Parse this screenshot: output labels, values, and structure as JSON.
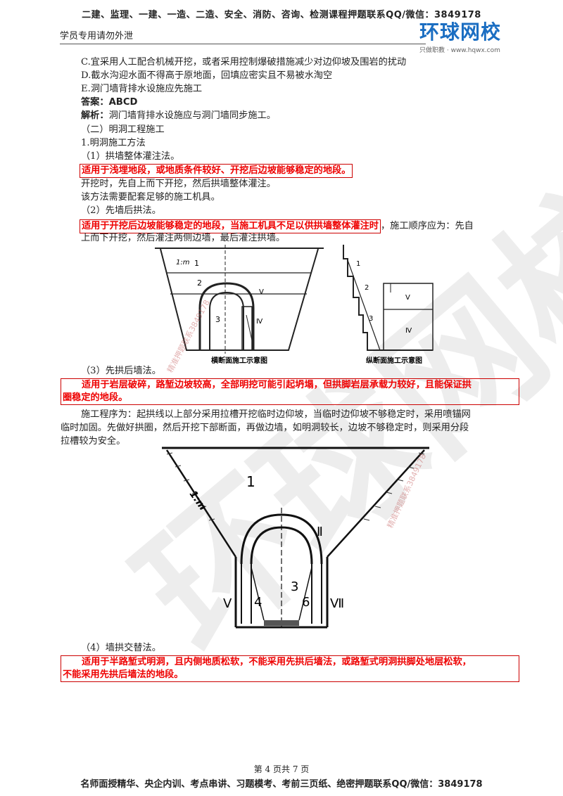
{
  "header": {
    "top_banner": "二建、监理、一建、一造、二造、安全、消防、咨询、检测课程押题联系QQ/微信：3849178",
    "left_note": "学员专用请勿外泄",
    "logo_main": "环球网校",
    "logo_sub": "只做职教 · www.hqwx.com"
  },
  "content": {
    "option_c": "C.宜采用人工配合机械开挖，或者采用控制爆破措施减少对边仰坡及围岩的扰动",
    "option_d": "D.截水沟迎水面不得高于原地面，回填应密实且不易被水淘空",
    "option_e": "E.洞门墙背排水设施应先施工",
    "answer_label": "答案：",
    "answer_value": "ABCD",
    "analysis_label": "解析：",
    "analysis_text": "洞门墙背排水设施应与洞门墙同步施工。",
    "section_title": "（二）明洞工程施工",
    "sub_title": "1.明洞施工方法",
    "m1_title": "（1）拱墙整体灌注法。",
    "m1_highlight": "适用于浅埋地段，或地质条件较好、开挖后边坡能够稳定的地段。",
    "m1_text1": "开挖时，先自上而下开挖，然后拱墙整体灌注。",
    "m1_text2": "该方法需要配套足够的施工机具。",
    "m2_title": "（2）先墙后拱法。",
    "m2_highlight": "适用于开挖后边坡能够稳定的地段，当施工机具不足以供拱墙整体灌注时",
    "m2_tail": "，施工顺序应为：先自",
    "m2_text2": "上而下开挖，然后灌注两侧边墙，最后灌注拱墙。",
    "m3_title": "（3）先拱后墙法。",
    "m3_highlight_1": "适用于岩层破碎，路堑边坡较高，全部明挖可能引起坍塌，但拱脚岩层承载力较好，且能保证拱",
    "m3_highlight_2": "圈稳定的地段。",
    "m3_text1": "施工程序为：起拱线以上部分采用拉槽开挖临时边仰坡，当临时边仰坡不够稳定时，采用喷锚网",
    "m3_text2": "临时加固。先做好拱圈，然后开挖下部断面，再做边墙，如明洞较长，边坡不够稳定时，则采用分段",
    "m3_text3": "拉槽较为安全。",
    "m4_title": "（4）墙拱交替法。",
    "m4_highlight_1": "适用于半路堑式明洞，且内侧地质松软，不能采用先拱后墙法，或路堑式明洞拱脚处地层松软，",
    "m4_highlight_2": "不能采用先拱后墙法的地段。"
  },
  "figure1": {
    "left_caption": "横断面施工示意图",
    "right_caption": "纵断面施工示意图",
    "slope_label": "1:m",
    "zones_left": [
      "1",
      "2",
      "3",
      "V",
      "Ⅳ"
    ],
    "zones_right": [
      "1",
      "2",
      "3",
      "V",
      "Ⅳ"
    ]
  },
  "figure2": {
    "zone_top": "1",
    "slope_label": "1:m",
    "arch_label": "Ⅱ",
    "core_label": "3",
    "left_wall_label": "4",
    "right_wall_label": "6",
    "left_side_label": "V",
    "right_side_label": "Ⅶ"
  },
  "watermark": {
    "big_text": "环球网校",
    "stamp_1": "精准押题联系3849178",
    "stamp_2": "精准押题联系3849178"
  },
  "footer": {
    "page_info": "第 4 页共 7 页",
    "ad_text": "名师面授精华、央企内训、考点串讲、习题模考、考前三页纸、绝密押题联系QQ/微信：3849178"
  }
}
